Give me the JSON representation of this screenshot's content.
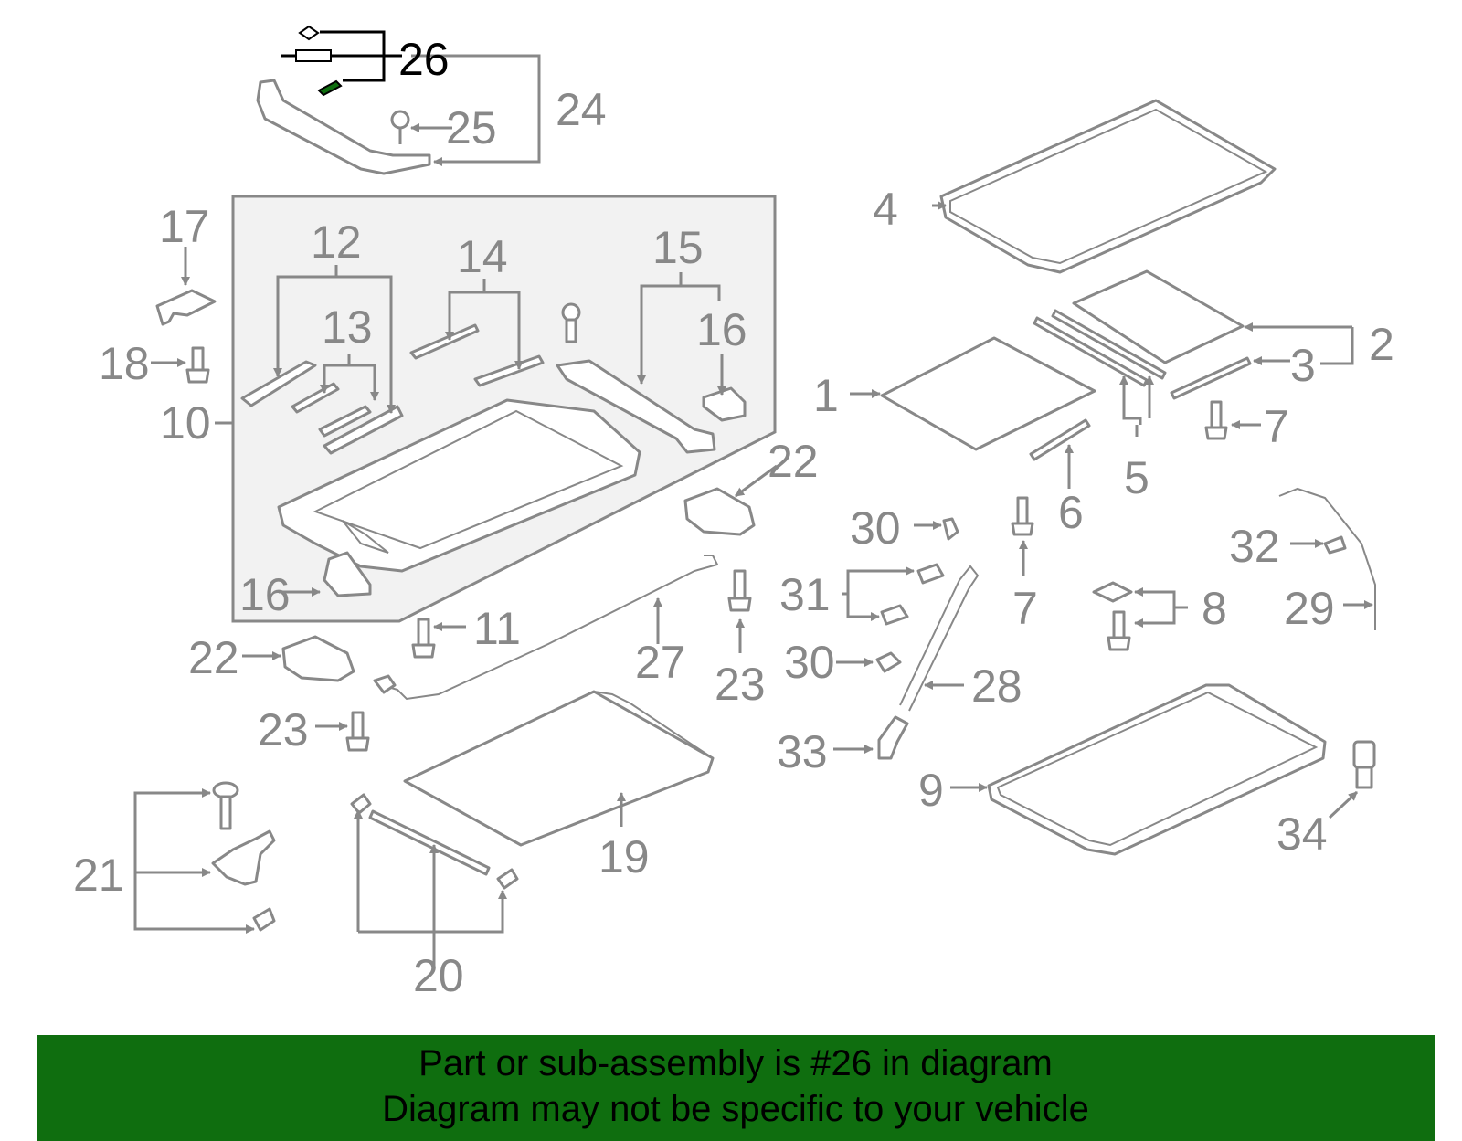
{
  "diagram": {
    "highlight_color": "#0f6e0f",
    "callouts": [
      "1",
      "2",
      "3",
      "4",
      "5",
      "6",
      "7",
      "7",
      "8",
      "9",
      "10",
      "11",
      "12",
      "13",
      "14",
      "15",
      "16",
      "16",
      "17",
      "18",
      "19",
      "20",
      "21",
      "22",
      "22",
      "23",
      "23",
      "24",
      "25",
      "26",
      "27",
      "28",
      "29",
      "30",
      "30",
      "31",
      "32",
      "33",
      "34"
    ],
    "highlighted_callout": "26"
  },
  "banner": {
    "line1": "Part or sub-assembly is #26 in diagram",
    "line2": "Diagram may not be specific to your vehicle",
    "background": "#0f6e0f"
  }
}
